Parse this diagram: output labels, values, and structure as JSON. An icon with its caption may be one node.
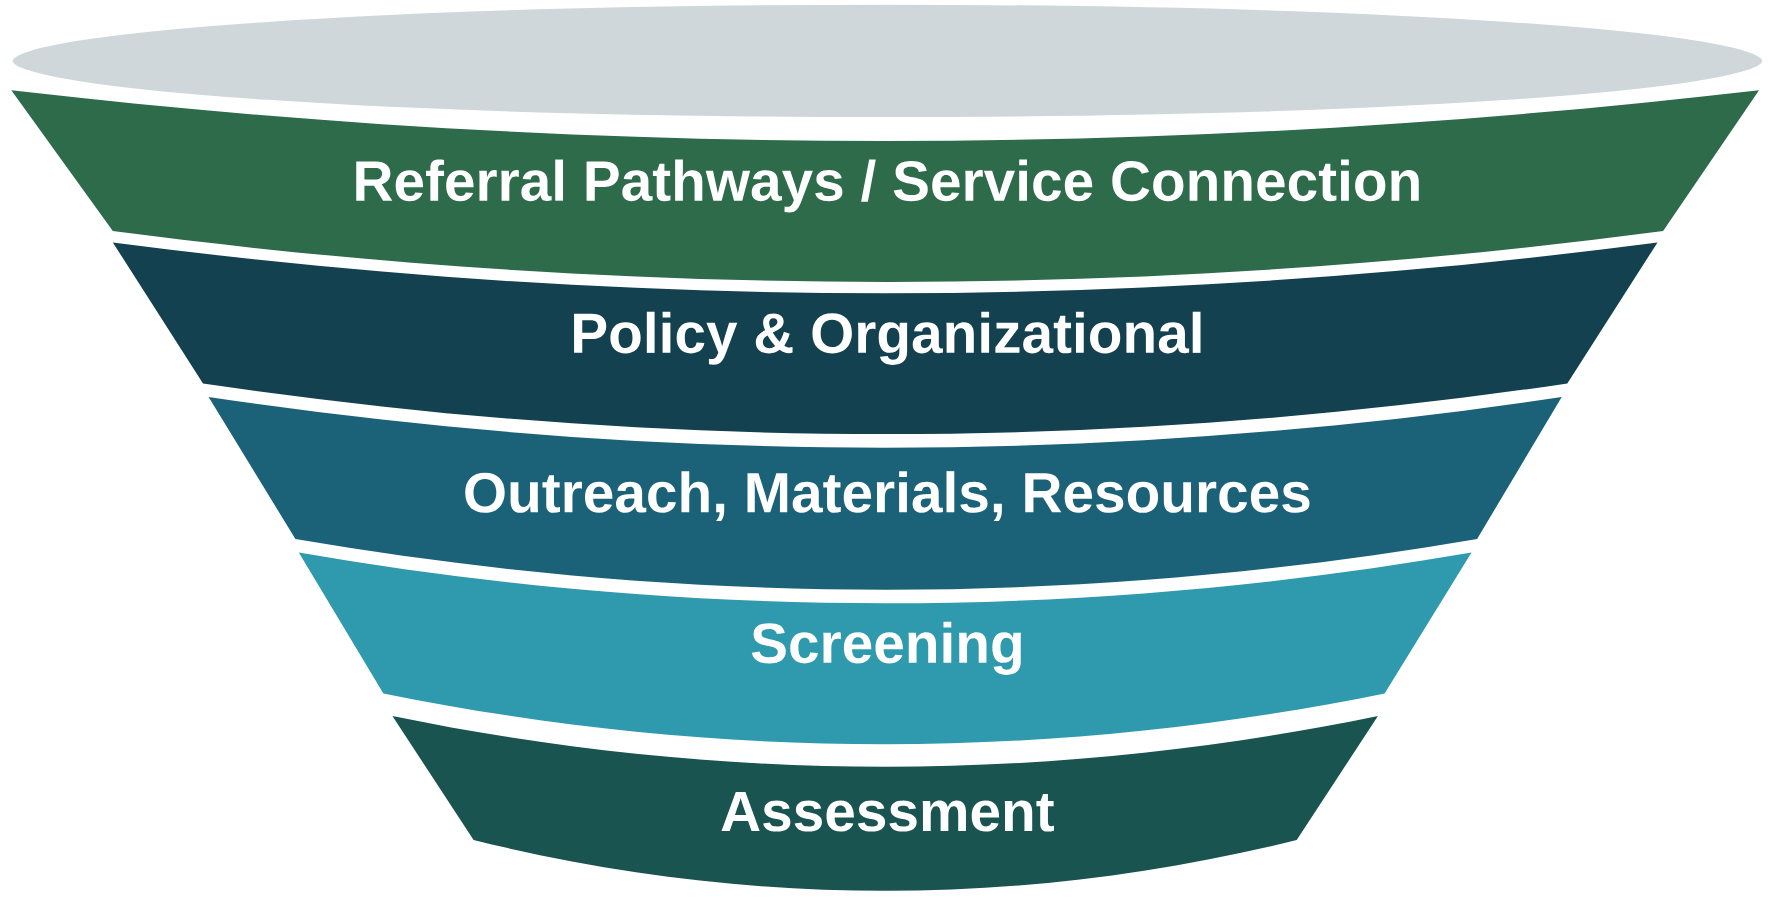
{
  "diagram": {
    "nodes": [
      {
        "text": [
          "Referral Pathways / Service Connection"
        ]
      },
      {
        "text": [
          "Policy & Organizational"
        ]
      },
      {
        "text": [
          "Outreach, Materials, Resources"
        ]
      },
      {
        "text": [
          "Screening"
        ]
      },
      {
        "text": [
          "Assessment"
        ]
      }
    ]
  }
}
